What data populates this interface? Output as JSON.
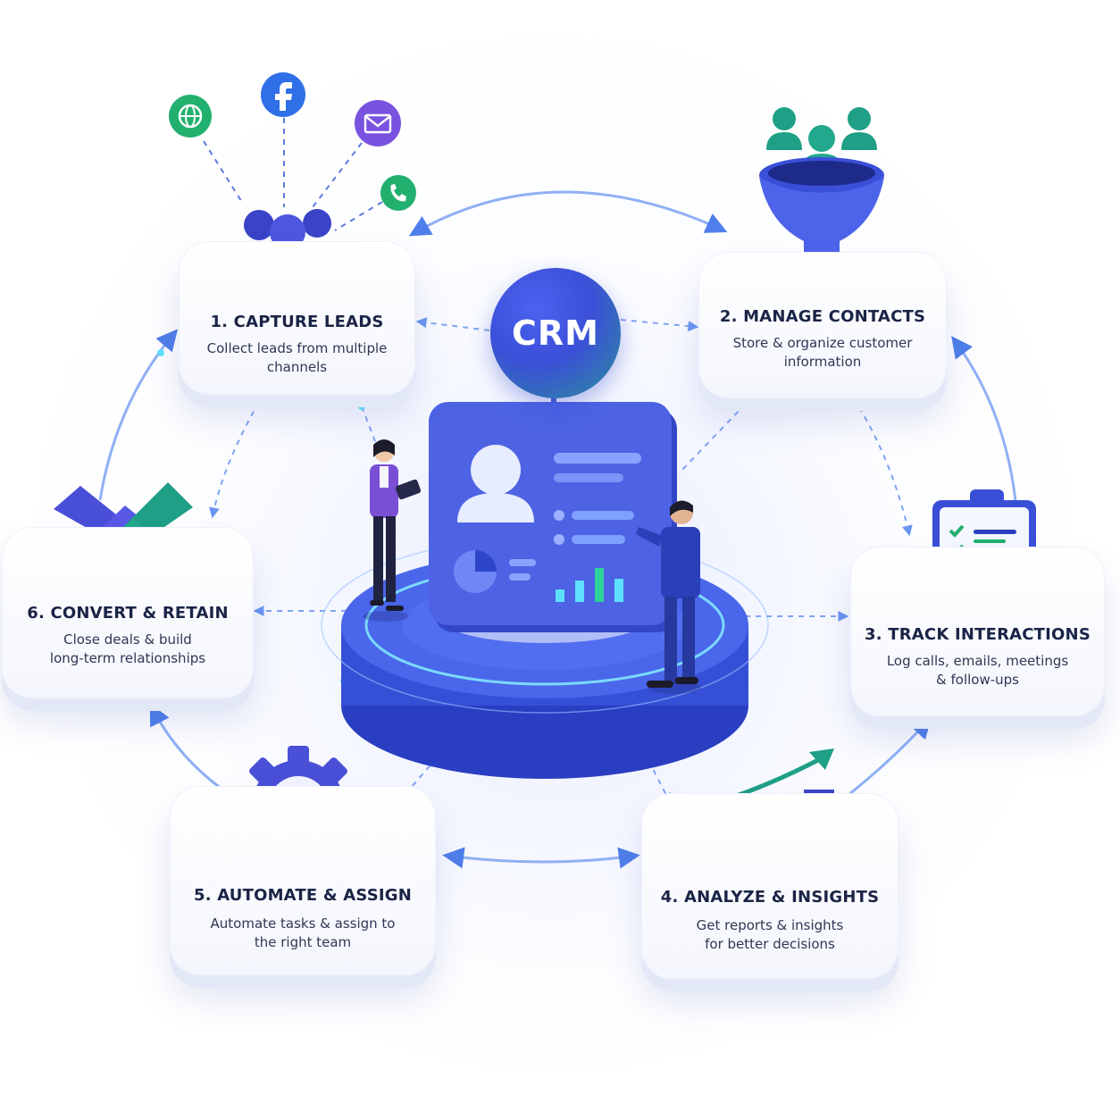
{
  "center": {
    "label": "CRM"
  },
  "steps": [
    {
      "title": "1. CAPTURE LEADS",
      "desc_lines": [
        "Collect leads from multiple",
        "channels"
      ]
    },
    {
      "title": "2. MANAGE CONTACTS",
      "desc_lines": [
        "Store & organize customer",
        "information"
      ]
    },
    {
      "title": "3. TRACK INTERACTIONS",
      "desc_lines": [
        "Log calls, emails, meetings",
        "& follow-ups"
      ]
    },
    {
      "title": "4. ANALYZE & INSIGHTS",
      "desc_lines": [
        "Get reports & insights",
        "for better decisions"
      ]
    },
    {
      "title": "5. AUTOMATE & ASSIGN",
      "desc_lines": [
        "Automate tasks & assign to",
        "the right team"
      ]
    },
    {
      "title": "6. CONVERT & RETAIN",
      "desc_lines": [
        "Close deals & build",
        "long-term relationships"
      ]
    }
  ],
  "icons": {
    "step1": [
      "globe-icon",
      "facebook-icon",
      "email-icon",
      "phone-icon",
      "people-group-icon",
      "magnet-icon"
    ],
    "step2": [
      "people-group-icon",
      "funnel-icon"
    ],
    "step3": [
      "clipboard-checklist-icon"
    ],
    "step4": [
      "bar-chart-growth-icon"
    ],
    "step5": [
      "gear-check-icon"
    ],
    "step6": [
      "handshake-icon"
    ],
    "center": [
      "dashboard-screen",
      "user-profile-icon",
      "pie-chart-icon",
      "bar-chart-icon",
      "woman-with-tablet",
      "man-pointing",
      "platform"
    ]
  },
  "colors": {
    "primary": "#3b4fd8",
    "secondary": "#5a45d6",
    "teal": "#1f9f86",
    "green": "#22b573",
    "facebook": "#2f6fe8",
    "email": "#7a52e0",
    "connector": "#5b8ef0",
    "text": "#1a2446"
  }
}
